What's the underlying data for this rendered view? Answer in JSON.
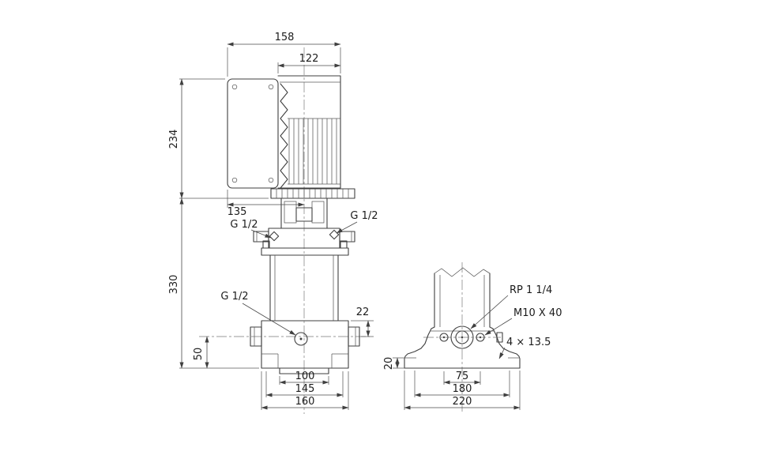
{
  "drawing": {
    "colors": {
      "line": "#3f3f3f",
      "background": "#ffffff"
    },
    "front_view": {
      "dim_width_total": "158",
      "dim_width_motor": "122",
      "dim_height_motor": "234",
      "dim_box_width": "135",
      "dim_height_pump": "330",
      "dim_port_depth": "22",
      "dim_port_height": "50",
      "dim_base_inner": "100",
      "dim_base_mid": "145",
      "dim_base_outer": "160",
      "label_port_left": "G 1/2",
      "label_port_right": "G 1/2",
      "label_drain": "G 1/2"
    },
    "base_view": {
      "dim_foot_height": "20",
      "dim_port_span": "75",
      "dim_hole_span": "180",
      "dim_base_width": "220",
      "label_thread": "RP 1 1/4",
      "label_bolt": "M10 X 40",
      "label_holes": "4 × 13.5"
    }
  }
}
